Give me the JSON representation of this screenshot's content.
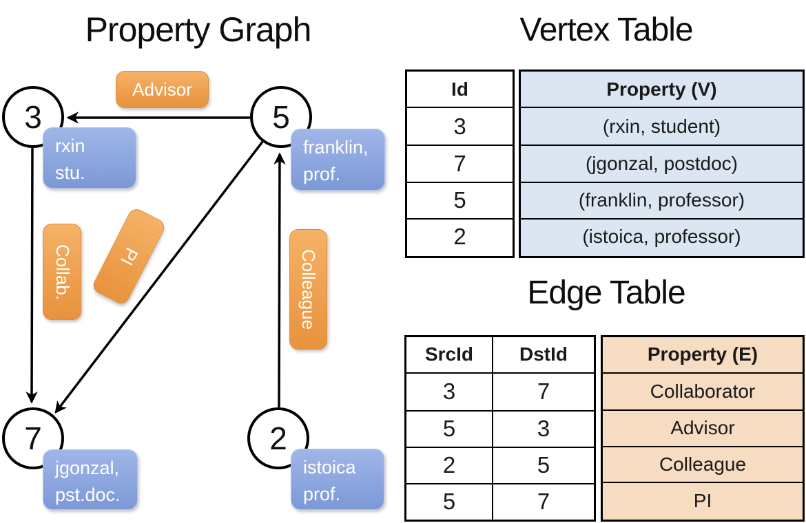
{
  "graph": {
    "title": "Property Graph",
    "vertices": [
      {
        "id": "3",
        "line1": "rxin",
        "line2": "stu."
      },
      {
        "id": "5",
        "line1": "franklin,",
        "line2": "prof."
      },
      {
        "id": "7",
        "line1": "jgonzal,",
        "line2": "pst.doc."
      },
      {
        "id": "2",
        "line1": "istoica",
        "line2": "prof."
      }
    ],
    "edge_labels": [
      "Advisor",
      "Collab.",
      "PI",
      "Colleague"
    ]
  },
  "vertex_table": {
    "title": "Vertex Table",
    "columns": [
      "Id",
      "Property (V)"
    ],
    "rows": [
      {
        "id": "3",
        "property": "(rxin, student)"
      },
      {
        "id": "7",
        "property": "(jgonzal, postdoc)"
      },
      {
        "id": "5",
        "property": "(franklin, professor)"
      },
      {
        "id": "2",
        "property": "(istoica, professor)"
      }
    ]
  },
  "edge_table": {
    "title": "Edge Table",
    "columns": [
      "SrcId",
      "DstId",
      "Property (E)"
    ],
    "rows": [
      {
        "src": "3",
        "dst": "7",
        "property": "Collaborator"
      },
      {
        "src": "5",
        "dst": "3",
        "property": "Advisor"
      },
      {
        "src": "2",
        "dst": "5",
        "property": "Colleague"
      },
      {
        "src": "5",
        "dst": "7",
        "property": "PI"
      }
    ]
  },
  "colors": {
    "edge-badge-top": "#f5b266",
    "edge-badge-bottom": "#e8923d",
    "vertex-box-top": "#9fb6e8",
    "vertex-box-bottom": "#7c98d6",
    "vertex-table-fill": "#dce6f3",
    "edge-table-fill": "#f6dcc1"
  }
}
